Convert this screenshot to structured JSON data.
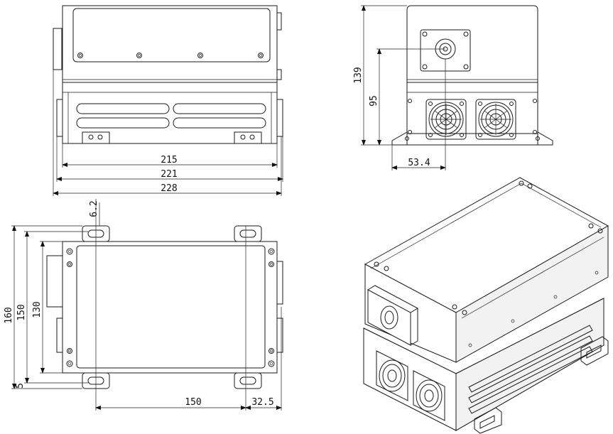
{
  "drawing": {
    "front_view": {
      "dims": {
        "d215": "215",
        "d221": "221",
        "d228": "228"
      }
    },
    "side_view": {
      "dims": {
        "d139": "139",
        "d95": "95",
        "d53_4": "53.4"
      }
    },
    "top_view": {
      "dims": {
        "d6_2": "6.2",
        "d160": "160",
        "d150v": "150",
        "d130": "130",
        "d5": "5",
        "d150h": "150",
        "d32_5": "32.5"
      }
    }
  }
}
